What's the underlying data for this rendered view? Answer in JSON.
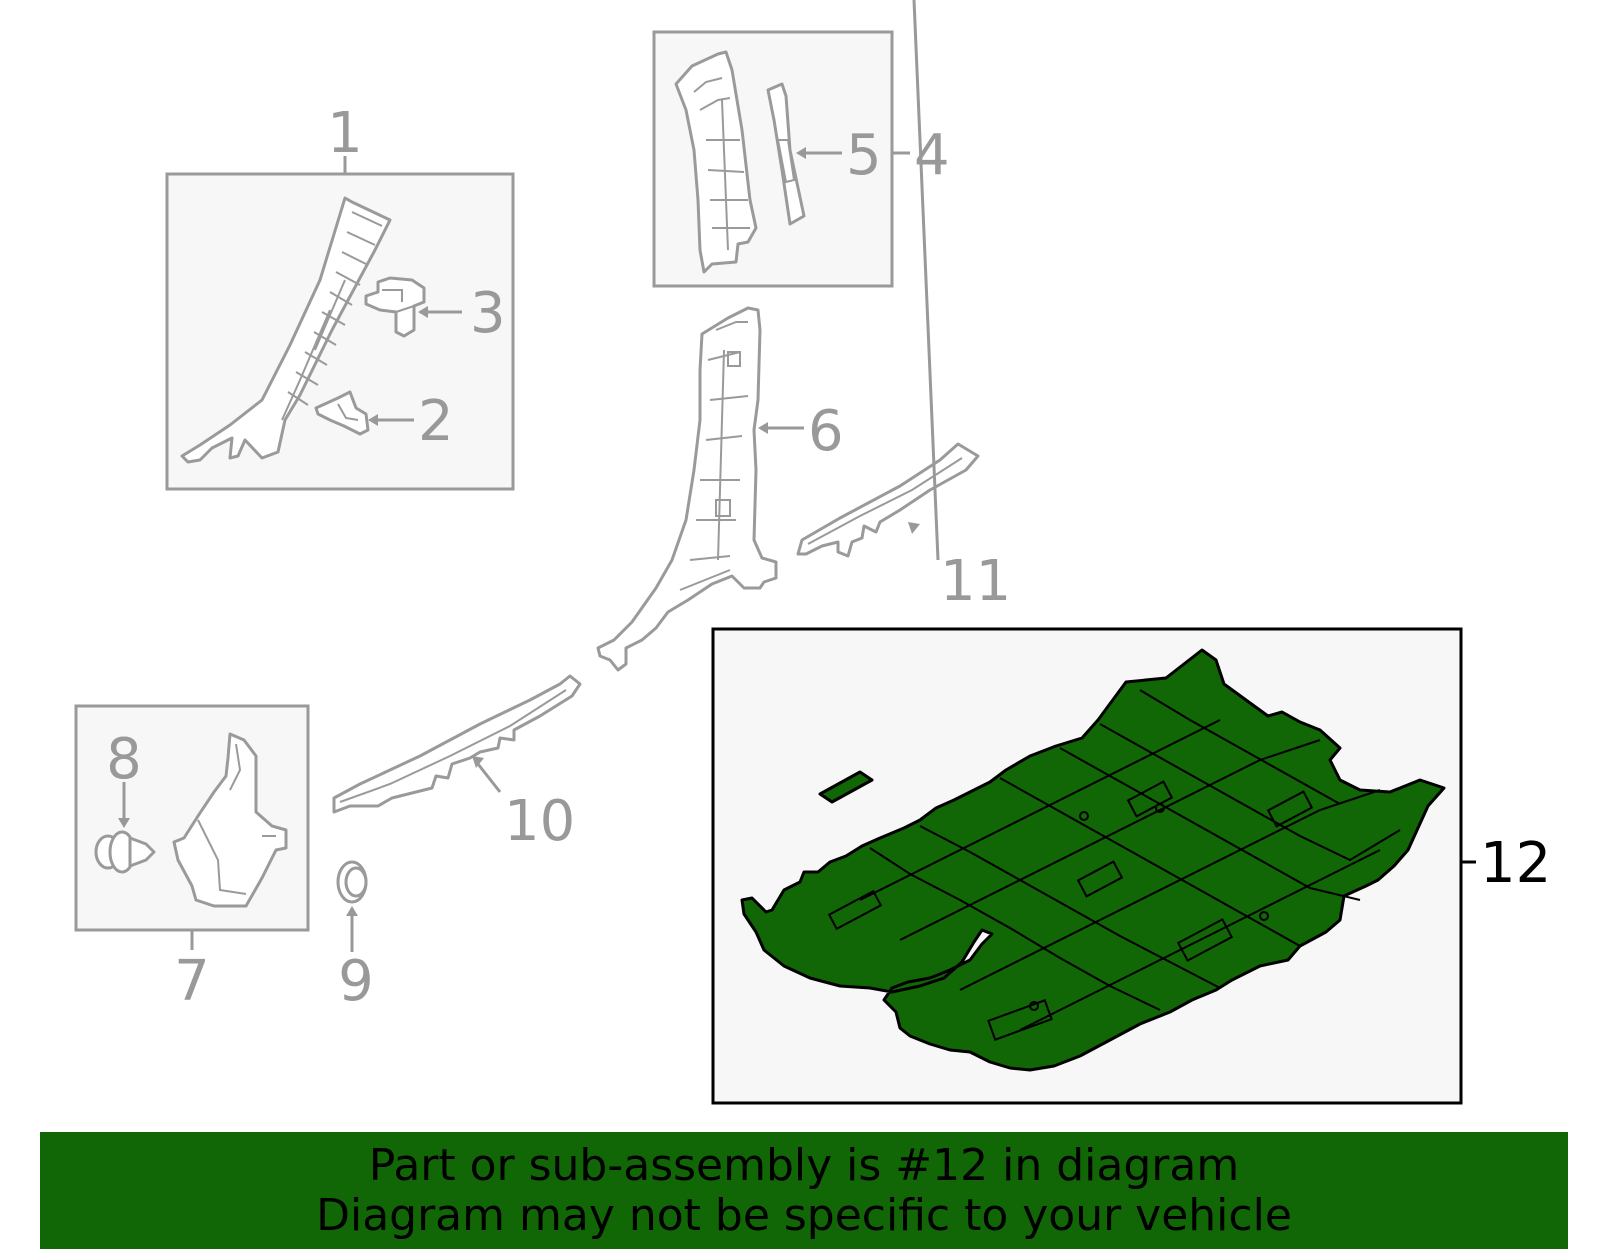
{
  "callouts": [
    "1",
    "2",
    "3",
    "4",
    "5",
    "6",
    "7",
    "8",
    "9",
    "10",
    "11",
    "12"
  ],
  "highlight": {
    "part_number": "12",
    "fill_color": "#116605",
    "active_color": "#000000",
    "inactive_color": "#999999"
  },
  "footer": {
    "line1": "Part or sub-assembly is #12 in diagram",
    "line2": "Diagram may not be specific to your vehicle",
    "background": "#116605"
  }
}
